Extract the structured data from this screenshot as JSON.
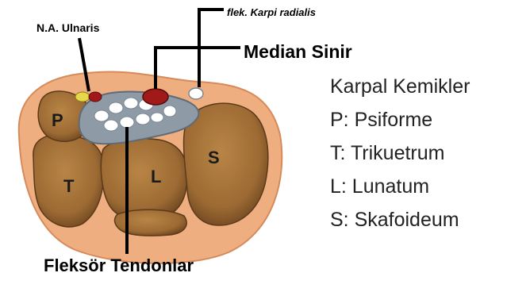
{
  "labels": {
    "ulnar_nerve_artery": "N.A. Ulnaris",
    "flexor_carpi_radialis": "flek. Karpi radialis",
    "median_nerve": "Median Sinir",
    "flexor_tendons": "Fleksör Tendonlar"
  },
  "bone_letters": {
    "pisiform": "P",
    "triquetrum": "T",
    "lunate": "L",
    "scaphoid": "S"
  },
  "legend": {
    "title": "Karpal Kemikler",
    "items": [
      "P: Psiforme",
      "T: Trikuetrum",
      "L: Lunatum",
      "S: Skafoideum"
    ]
  },
  "colors": {
    "skin": "#efae7f",
    "bone": "#a8743b",
    "bone_dark": "#7a4f22",
    "tunnel": "#8e9aa6",
    "tendon": "#ffffff",
    "median_nerve": "#a11a1a",
    "ulnar_nerve": "#e6d84a"
  }
}
